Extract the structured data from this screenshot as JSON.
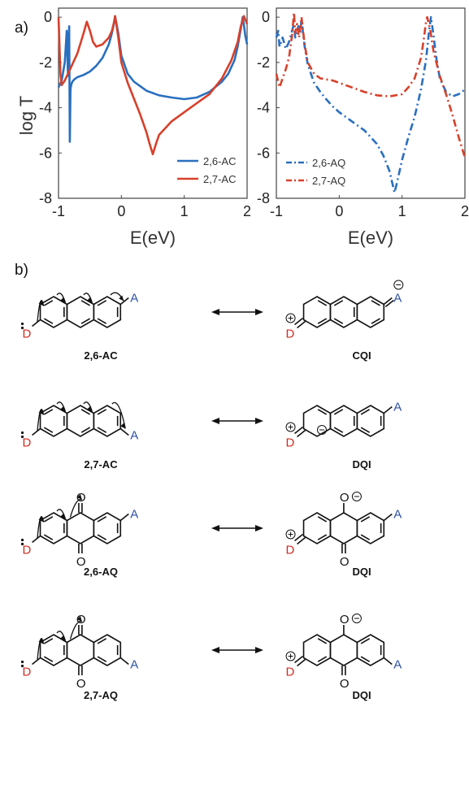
{
  "panel_a_label": "a)",
  "panel_b_label": "b)",
  "chart_data": [
    {
      "type": "line",
      "xlabel": "E(eV)",
      "ylabel": "log T",
      "xlim": [
        -1,
        2
      ],
      "ylim": [
        -8,
        0.4
      ],
      "xticks": [
        "-1",
        "0",
        "1",
        "2"
      ],
      "yticks": [
        "0",
        "-2",
        "-4",
        "-6",
        "-8"
      ],
      "legend_position": "bottom-right",
      "series": [
        {
          "name": "2,6-AC",
          "color": "#2a6fbf",
          "style": "solid",
          "x": [
            -1.0,
            -0.95,
            -0.9,
            -0.87,
            -0.86,
            -0.85,
            -0.84,
            -0.83,
            -0.82,
            -0.81,
            -0.8,
            -0.78,
            -0.75,
            -0.7,
            -0.6,
            -0.5,
            -0.4,
            -0.3,
            -0.2,
            -0.15,
            -0.12,
            -0.1,
            -0.08,
            -0.05,
            0.0,
            0.1,
            0.2,
            0.3,
            0.4,
            0.5,
            0.6,
            0.8,
            1.0,
            1.2,
            1.4,
            1.6,
            1.7,
            1.8,
            1.85,
            1.9,
            1.93,
            1.95,
            1.97,
            2.0
          ],
          "y": [
            -3.1,
            -2.8,
            -2.0,
            -0.6,
            -1.5,
            -2.6,
            -1.2,
            -0.4,
            -5.5,
            -3.2,
            -3.0,
            -2.85,
            -2.75,
            -2.65,
            -2.55,
            -2.4,
            -2.15,
            -1.8,
            -1.2,
            -0.7,
            -0.3,
            0.05,
            -0.25,
            -0.7,
            -1.7,
            -2.5,
            -2.85,
            -3.05,
            -3.25,
            -3.35,
            -3.45,
            -3.55,
            -3.62,
            -3.55,
            -3.3,
            -2.85,
            -2.5,
            -1.9,
            -1.3,
            -0.5,
            0.0,
            -0.35,
            -0.8,
            -1.2
          ]
        },
        {
          "name": "2,7-AC",
          "color": "#d7402b",
          "style": "solid",
          "x": [
            -1.0,
            -0.99,
            -0.97,
            -0.95,
            -0.9,
            -0.85,
            -0.8,
            -0.7,
            -0.6,
            -0.55,
            -0.5,
            -0.45,
            -0.4,
            -0.3,
            -0.2,
            -0.15,
            -0.12,
            -0.1,
            -0.08,
            -0.05,
            0.0,
            0.1,
            0.2,
            0.3,
            0.4,
            0.45,
            0.5,
            0.55,
            0.6,
            0.8,
            1.0,
            1.2,
            1.4,
            1.6,
            1.75,
            1.85,
            1.9,
            1.95,
            2.0
          ],
          "y": [
            0.0,
            -0.8,
            -2.5,
            -3.0,
            -2.8,
            -2.5,
            -2.2,
            -1.6,
            -0.7,
            -0.2,
            -0.6,
            -1.1,
            -1.3,
            -1.2,
            -0.9,
            -0.6,
            -0.25,
            0.05,
            -0.3,
            -0.9,
            -2.0,
            -2.9,
            -3.6,
            -4.3,
            -5.1,
            -5.6,
            -6.05,
            -5.6,
            -5.2,
            -4.6,
            -4.2,
            -3.8,
            -3.4,
            -2.7,
            -1.9,
            -1.1,
            -0.4,
            0.05,
            -0.3
          ]
        }
      ]
    },
    {
      "type": "line",
      "xlabel": "E(eV)",
      "ylabel": "",
      "xlim": [
        -1,
        2
      ],
      "ylim": [
        -8,
        0.4
      ],
      "xticks": [
        "-1",
        "0",
        "1",
        "2"
      ],
      "yticks": [
        "0",
        "-2",
        "-4",
        "-6",
        "-8"
      ],
      "legend_position": "bottom-left",
      "series": [
        {
          "name": "2,6-AQ",
          "color": "#2a6fbf",
          "style": "dashdot",
          "x": [
            -1.0,
            -0.97,
            -0.95,
            -0.9,
            -0.85,
            -0.8,
            -0.75,
            -0.72,
            -0.7,
            -0.68,
            -0.65,
            -0.62,
            -0.6,
            -0.58,
            -0.55,
            -0.5,
            -0.4,
            -0.3,
            -0.2,
            -0.1,
            0.0,
            0.2,
            0.4,
            0.6,
            0.7,
            0.8,
            0.85,
            0.88,
            0.92,
            1.0,
            1.1,
            1.2,
            1.3,
            1.38,
            1.43,
            1.46,
            1.5,
            1.55,
            1.6,
            1.7,
            1.8,
            1.9,
            2.0
          ],
          "y": [
            -0.9,
            -0.6,
            -1.3,
            -0.9,
            -1.4,
            -1.1,
            -0.6,
            -0.3,
            -0.9,
            -0.7,
            -0.4,
            -0.7,
            -0.1,
            -0.6,
            -1.3,
            -2.1,
            -2.9,
            -3.3,
            -3.65,
            -3.95,
            -4.2,
            -4.6,
            -5.0,
            -5.6,
            -6.1,
            -6.8,
            -7.4,
            -7.75,
            -7.3,
            -6.3,
            -5.3,
            -4.4,
            -3.2,
            -1.9,
            -0.6,
            0.0,
            -0.8,
            -1.9,
            -2.7,
            -3.3,
            -3.5,
            -3.4,
            -3.2
          ]
        },
        {
          "name": "2,7-AQ",
          "color": "#d7402b",
          "style": "dashdot",
          "x": [
            -1.0,
            -0.95,
            -0.9,
            -0.85,
            -0.8,
            -0.75,
            -0.72,
            -0.7,
            -0.67,
            -0.64,
            -0.61,
            -0.6,
            -0.58,
            -0.55,
            -0.5,
            -0.4,
            -0.3,
            -0.2,
            -0.1,
            0.0,
            0.2,
            0.4,
            0.6,
            0.8,
            1.0,
            1.1,
            1.2,
            1.3,
            1.35,
            1.38,
            1.4,
            1.45,
            1.5,
            1.6,
            1.7,
            1.8,
            1.9,
            2.0
          ],
          "y": [
            -2.5,
            -3.1,
            -2.7,
            -2.3,
            -1.8,
            -0.8,
            0.2,
            -0.7,
            -0.3,
            -0.9,
            -0.3,
            0.0,
            -0.5,
            -1.2,
            -2.0,
            -2.5,
            -2.7,
            -2.75,
            -2.8,
            -2.9,
            -3.1,
            -3.3,
            -3.45,
            -3.5,
            -3.4,
            -3.1,
            -2.7,
            -1.8,
            -0.9,
            -0.2,
            0.0,
            -0.6,
            -1.5,
            -2.6,
            -3.4,
            -4.3,
            -5.3,
            -6.2
          ]
        }
      ]
    }
  ],
  "molecules": {
    "pairs": [
      {
        "left_label": "2,6-AC",
        "right_label": "CQI"
      },
      {
        "left_label": "2,7-AC",
        "right_label": "DQI"
      },
      {
        "left_label": "2,6-AQ",
        "right_label": "DQI"
      },
      {
        "left_label": "2,7-AQ",
        "right_label": "DQI"
      }
    ],
    "donor_symbol": "D",
    "acceptor_symbol": "A",
    "oxygen_symbol": "O",
    "donor_color": "#d12b1f",
    "acceptor_color": "#2c4fa3"
  }
}
